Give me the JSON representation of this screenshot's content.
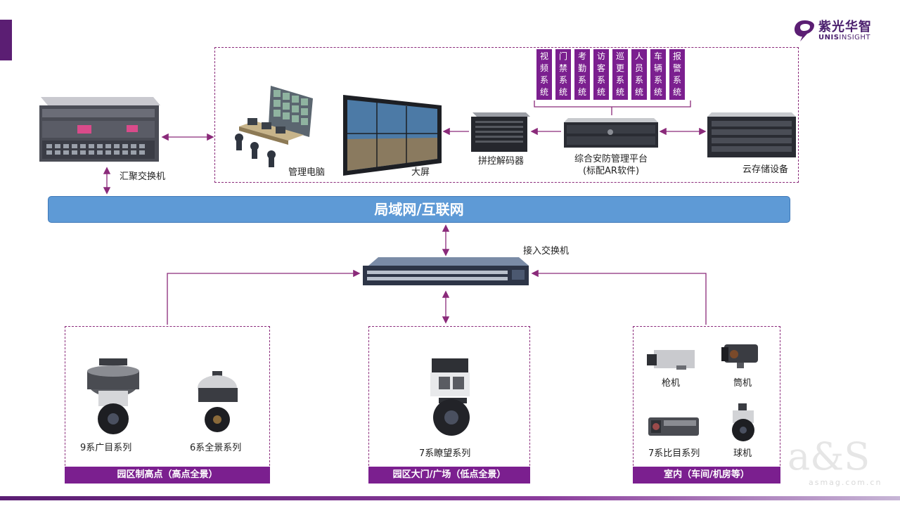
{
  "brand": {
    "name_cn": "紫光华智",
    "name_en_bold": "UNIS",
    "name_en_rest": "INSIGHT"
  },
  "top_left": {
    "aggregation_switch": "汇聚交换机"
  },
  "control_center": {
    "mgmt_pc": "管理电脑",
    "big_screen": "大屏",
    "decoder": "拼控解码器",
    "platform_line1": "综合安防管理平台",
    "platform_line2": "(标配AR软件)",
    "cloud_storage": "云存储设备",
    "subsystems": [
      [
        "视",
        "频",
        "系",
        "统"
      ],
      [
        "门",
        "禁",
        "系",
        "统"
      ],
      [
        "考",
        "勤",
        "系",
        "统"
      ],
      [
        "访",
        "客",
        "系",
        "统"
      ],
      [
        "巡",
        "更",
        "系",
        "统"
      ],
      [
        "人",
        "员",
        "系",
        "统"
      ],
      [
        "车",
        "辆",
        "系",
        "统"
      ],
      [
        "报",
        "警",
        "系",
        "统"
      ]
    ]
  },
  "network": {
    "label": "局域网/互联网",
    "access_switch": "接入交换机"
  },
  "zones": {
    "high_point": {
      "footer": "园区制高点（高点全景）",
      "cam1": "9系广目系列",
      "cam2": "6系全景系列"
    },
    "gate": {
      "footer": "园区大门/广场（低点全景）",
      "cam1": "7系瞭望系列"
    },
    "indoor": {
      "footer": "室内（车间/机房等）",
      "cam1": "枪机",
      "cam2": "筒机",
      "cam3": "7系比目系列",
      "cam4": "球机"
    }
  },
  "watermark": {
    "mark": "a&S",
    "site": "asmag.com.cn"
  },
  "colors": {
    "brand_purple": "#7b1f8f",
    "network_blue": "#5e9ad6",
    "connector": "#8a2a7a"
  }
}
